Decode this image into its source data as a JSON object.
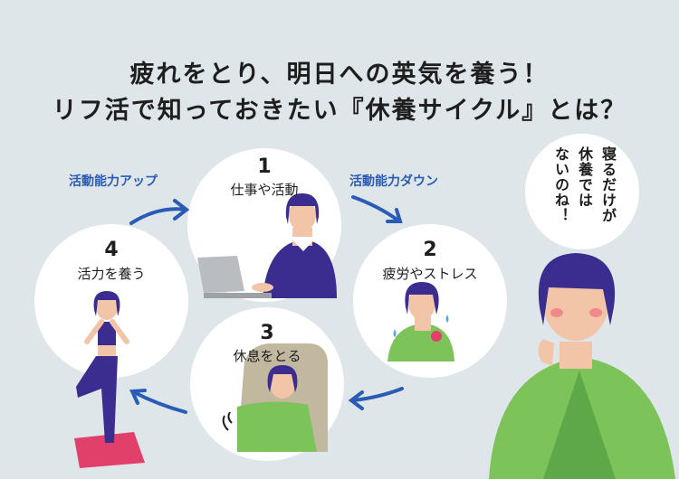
{
  "title": {
    "line1": "疲れをとり、明日への英気を養う！",
    "line2": "リフ活で知っておきたい『休養サイクル』とは？"
  },
  "cycle": [
    {
      "number": "1",
      "label": "仕事や活動"
    },
    {
      "number": "2",
      "label": "疲労やストレス"
    },
    {
      "number": "3",
      "label": "休息をとる"
    },
    {
      "number": "4",
      "label": "活力を養う"
    }
  ],
  "arrows": {
    "up_label": "活動能力アップ",
    "down_label": "活動能力ダウン"
  },
  "speech": {
    "line1": "寝るだけが",
    "line2": "休養では",
    "line3": "ないのね！"
  },
  "colors": {
    "background": "#dfe6ea",
    "arrow": "#2a5bb5",
    "hair": "#3b2d8f",
    "green": "#7cc35a"
  }
}
